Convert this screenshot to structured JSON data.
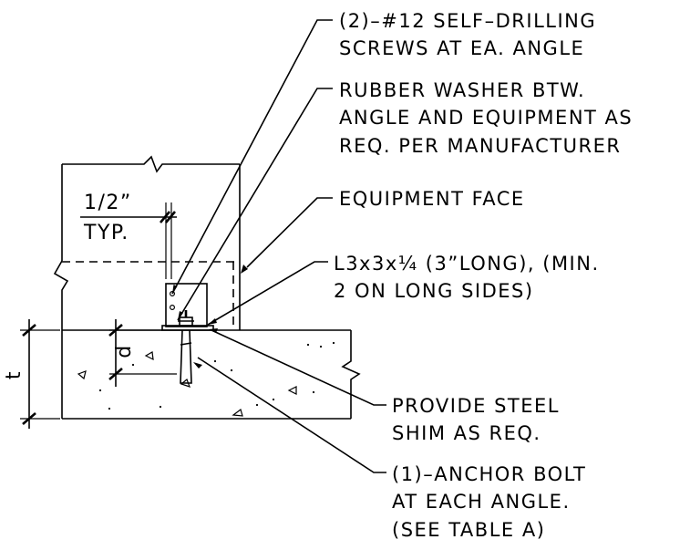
{
  "callouts": {
    "screws": [
      "(2)–#12 SELF–DRILLING",
      "SCREWS AT EA. ANGLE"
    ],
    "washer": [
      "RUBBER WASHER BTW.",
      "ANGLE AND EQUIPMENT AS",
      "REQ. PER MANUFACTURER"
    ],
    "face": [
      "EQUIPMENT FACE"
    ],
    "angle": [
      "L3x3x¼ (3”LONG), (MIN.",
      "2 ON LONG SIDES)"
    ],
    "shim": [
      "PROVIDE STEEL",
      "SHIM AS REQ."
    ],
    "anchor": [
      "(1)–ANCHOR BOLT",
      "AT EACH ANGLE.",
      "(SEE TABLE A)"
    ]
  },
  "dimensions": {
    "gap_value": "1/2”",
    "gap_note": "TYP.",
    "embed_label": "d",
    "slab_label": "t"
  }
}
